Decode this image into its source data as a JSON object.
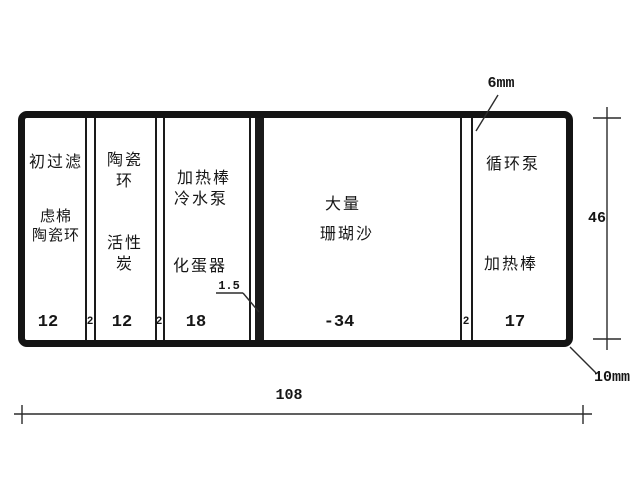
{
  "diagram_type": "aquarium-sump-filter-plan",
  "colors": {
    "line": "#1a1a1a",
    "background": "#ffffff"
  },
  "tank": {
    "compartments": [
      {
        "name": "初过滤",
        "sub1": "虑棉",
        "sub2": "陶瓷环",
        "width": "12"
      },
      {
        "name1": "陶瓷",
        "name2": "环",
        "sub1": "活性",
        "sub2": "炭",
        "width": "12"
      },
      {
        "name1": "加热棒",
        "name2": "冷水泵",
        "sub": "化蛋器",
        "width": "18"
      },
      {
        "name1": "大量",
        "name2": "珊瑚沙",
        "width": "-34"
      },
      {
        "name": "循环泵",
        "sub": "加热棒",
        "width": "17"
      }
    ],
    "baffle_thickness_labels": [
      "2",
      "2",
      "2"
    ],
    "baffle_gap_label": "1.5"
  },
  "dimensions": {
    "overall_length": "108",
    "overall_height": "46",
    "top_glass": "6mm",
    "bottom_glass": "10mm"
  }
}
